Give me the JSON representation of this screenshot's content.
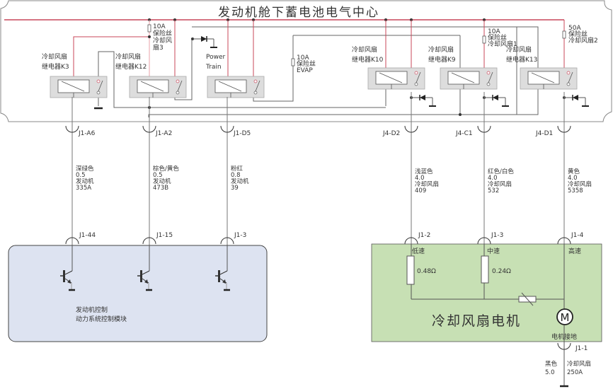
{
  "diagram": {
    "title": "发动机舱下蓄电池电气中心",
    "colors": {
      "power_wire": "#c8475a",
      "wire": "#555555",
      "relay_body": "#dddddd",
      "pcm_module": "#dde3f1",
      "fan_module": "#c7e0b4"
    },
    "fuses": [
      {
        "id": "fuse-fan3",
        "rating": "10A",
        "line1": "保险丝",
        "line2": "冷却风",
        "line3": "扇3"
      },
      {
        "id": "fuse-evap",
        "rating": "10A",
        "line1": "保险丝",
        "line2": "EVAP"
      },
      {
        "id": "fuse-fan1",
        "rating": "10A",
        "line1": "保险丝",
        "line2": "冷却风扇1"
      },
      {
        "id": "fuse-fan2",
        "rating": "50A",
        "line1": "保险丝",
        "line2": "冷却风扇2"
      }
    ],
    "relays": [
      {
        "id": "k3",
        "line1": "冷却风扇",
        "line2": "继电器K3"
      },
      {
        "id": "k12",
        "line1": "冷却风扇",
        "line2": "继电器K12"
      },
      {
        "id": "pt",
        "line1": "Power",
        "line2": "Train"
      },
      {
        "id": "k10",
        "line1": "冷却风扇",
        "line2": "继电器K10"
      },
      {
        "id": "k9",
        "line1": "冷却风扇",
        "line2": "继电器K9"
      },
      {
        "id": "k13",
        "line1": "冷却风扇",
        "line2": "继电器K13"
      }
    ],
    "top_connectors": [
      "J1-A6",
      "J1-A2",
      "J1-D5",
      "J4-D2",
      "J4-C1",
      "J4-D1"
    ],
    "wires": [
      {
        "color": "深绿色",
        "gauge": "0.5",
        "circuit": "发动机",
        "number": "335A"
      },
      {
        "color": "棕色/黄色",
        "gauge": "0.5",
        "circuit": "发动机",
        "number": "473B"
      },
      {
        "color": "粉红",
        "gauge": "0.8",
        "circuit": "发动机",
        "number": "39"
      },
      {
        "color": "浅蓝色",
        "gauge": "4.0",
        "circuit": "冷却风扇",
        "number": "409"
      },
      {
        "color": "红色/白色",
        "gauge": "4.0",
        "circuit": "冷却风扇",
        "number": "532"
      },
      {
        "color": "黄色",
        "gauge": "4.0",
        "circuit": "冷却风扇",
        "number": "5358"
      }
    ],
    "bottom_connectors": [
      "J1-44",
      "J1-15",
      "J1-3",
      "J1-2",
      "J1-3",
      "J1-4"
    ],
    "pcm": {
      "line1": "发动机控制",
      "line2": "动力系统控制模块"
    },
    "fan_motor": {
      "title": "冷却风扇电机",
      "low": "低速",
      "mid": "中速",
      "high": "高速",
      "r_low": "0.48Ω",
      "r_mid": "0.24Ω",
      "motor_symbol": "M",
      "ground_label": "电机接地",
      "ground_connector": "J1-1",
      "ground_wire": {
        "color": "黑色",
        "gauge": "5.0",
        "circuit": "冷却风扇",
        "number": "250A"
      }
    }
  }
}
